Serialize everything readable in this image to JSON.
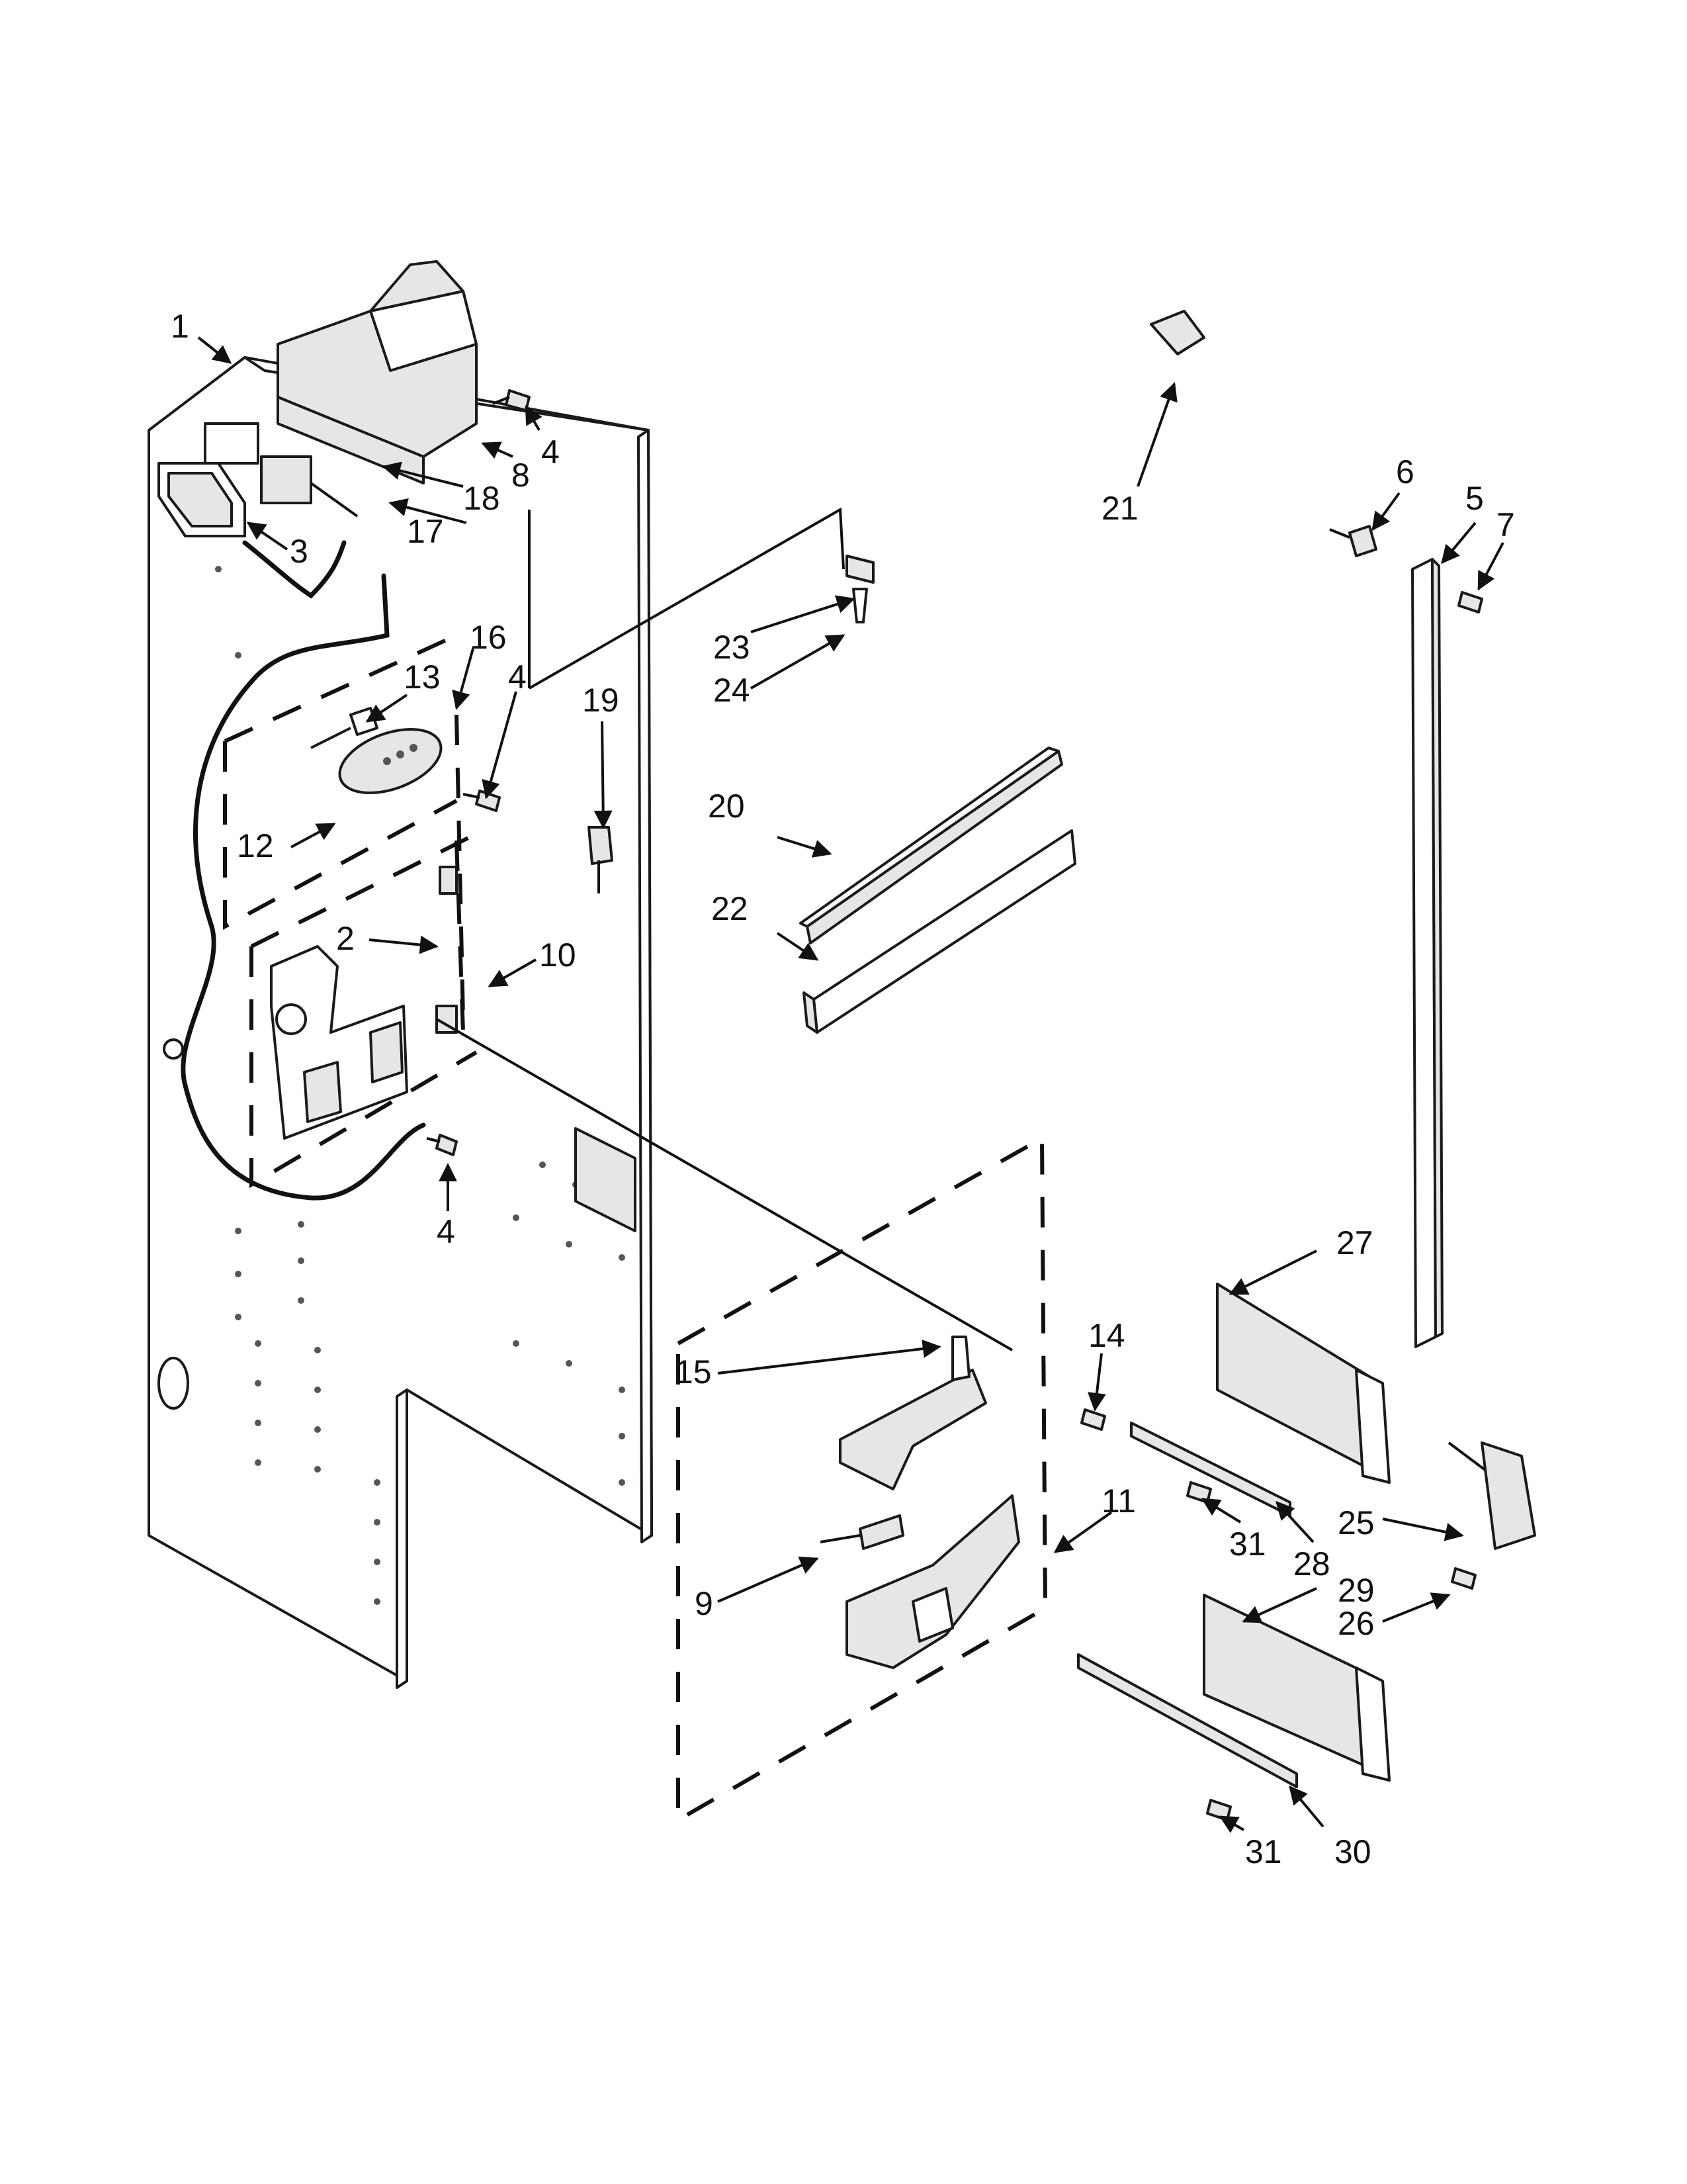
{
  "callouts": {
    "c1": "1",
    "c2": "2",
    "c3": "3",
    "c4a": "4",
    "c4b": "4",
    "c4c": "4",
    "c5": "5",
    "c6": "6",
    "c7": "7",
    "c8": "8",
    "c9": "9",
    "c10": "10",
    "c11": "11",
    "c12": "12",
    "c13": "13",
    "c14": "14",
    "c15": "15",
    "c16": "16",
    "c17": "17",
    "c18": "18",
    "c19": "19",
    "c20": "20",
    "c21": "21",
    "c22": "22",
    "c23": "23",
    "c24": "24",
    "c25": "25",
    "c26": "26",
    "c27": "27",
    "c28": "28",
    "c29": "29",
    "c30": "30",
    "c31a": "31",
    "c31b": "31"
  }
}
